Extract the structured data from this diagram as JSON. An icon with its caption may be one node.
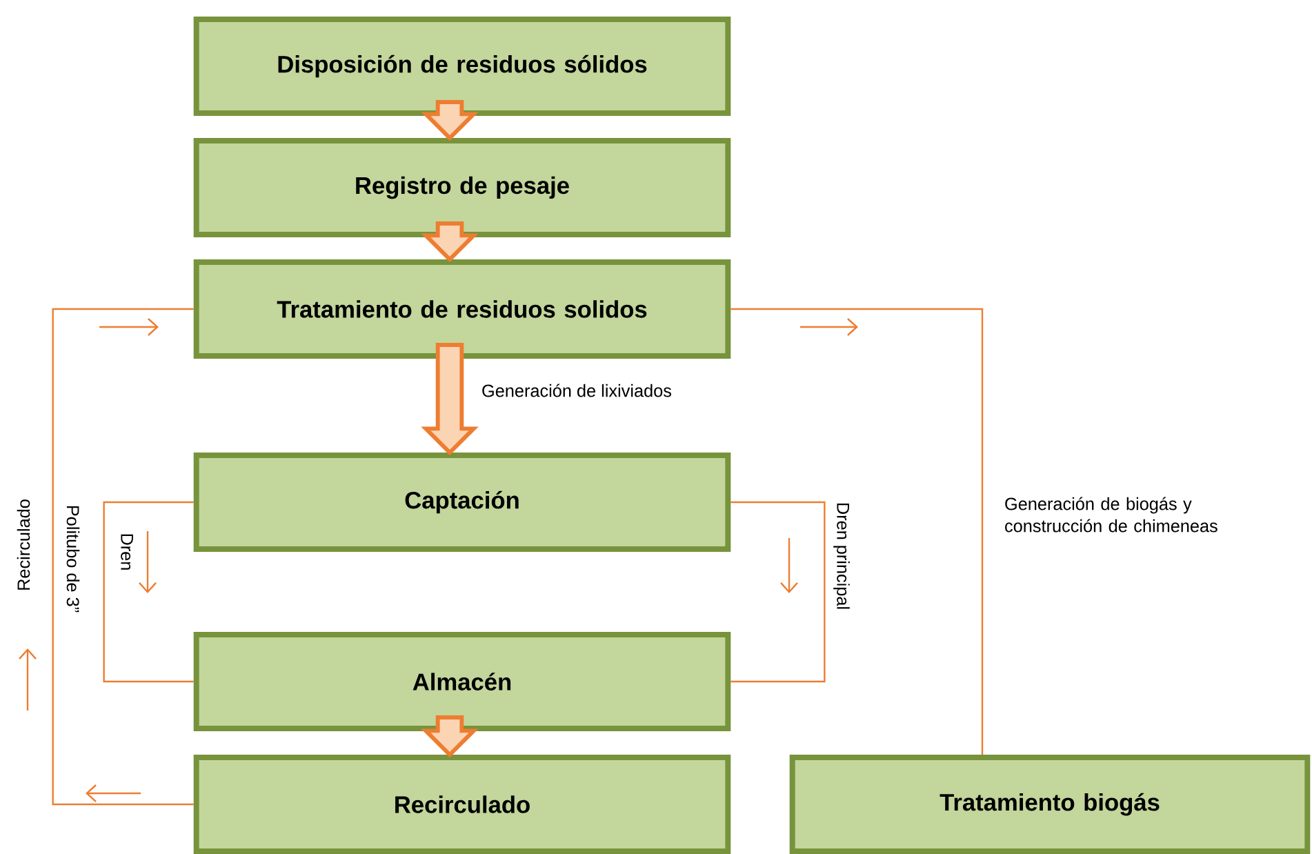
{
  "diagram": {
    "nodes": [
      {
        "text": [
          "Disposición de residuos sólidos"
        ]
      },
      {
        "text": [
          "Registro de pesaje"
        ]
      },
      {
        "text": [
          "Tratamiento de residuos solidos"
        ]
      },
      {
        "text": [
          "Captación"
        ]
      },
      {
        "text": [
          "Almacén"
        ]
      },
      {
        "text": [
          "Recirculado"
        ]
      },
      {
        "text": [
          "Tratamiento biogás"
        ]
      }
    ],
    "edges": [
      {
        "from": 0,
        "to": 1,
        "arrow": "to",
        "style": "thick"
      },
      {
        "from": 1,
        "to": 2,
        "arrow": "to",
        "style": "thick"
      },
      {
        "from": 2,
        "to": 3,
        "arrow": "to",
        "style": "thick",
        "label": "Generación de lixiviados"
      },
      {
        "from": 4,
        "to": 5,
        "arrow": "to",
        "style": "thick"
      },
      {
        "from": 3,
        "to": 4,
        "arrow": "none",
        "label": "Dren"
      },
      {
        "from": 3,
        "to": 4,
        "arrow": "none",
        "label": "Dren principal"
      },
      {
        "from": 5,
        "to": 2,
        "arrow": "none",
        "label": "Politubo de 3”"
      },
      {
        "from": 2,
        "to": 6,
        "arrow": "none",
        "label": "Generación de biogás y construcción de chimeneas"
      }
    ],
    "labels": [
      "Recirculado"
    ]
  }
}
